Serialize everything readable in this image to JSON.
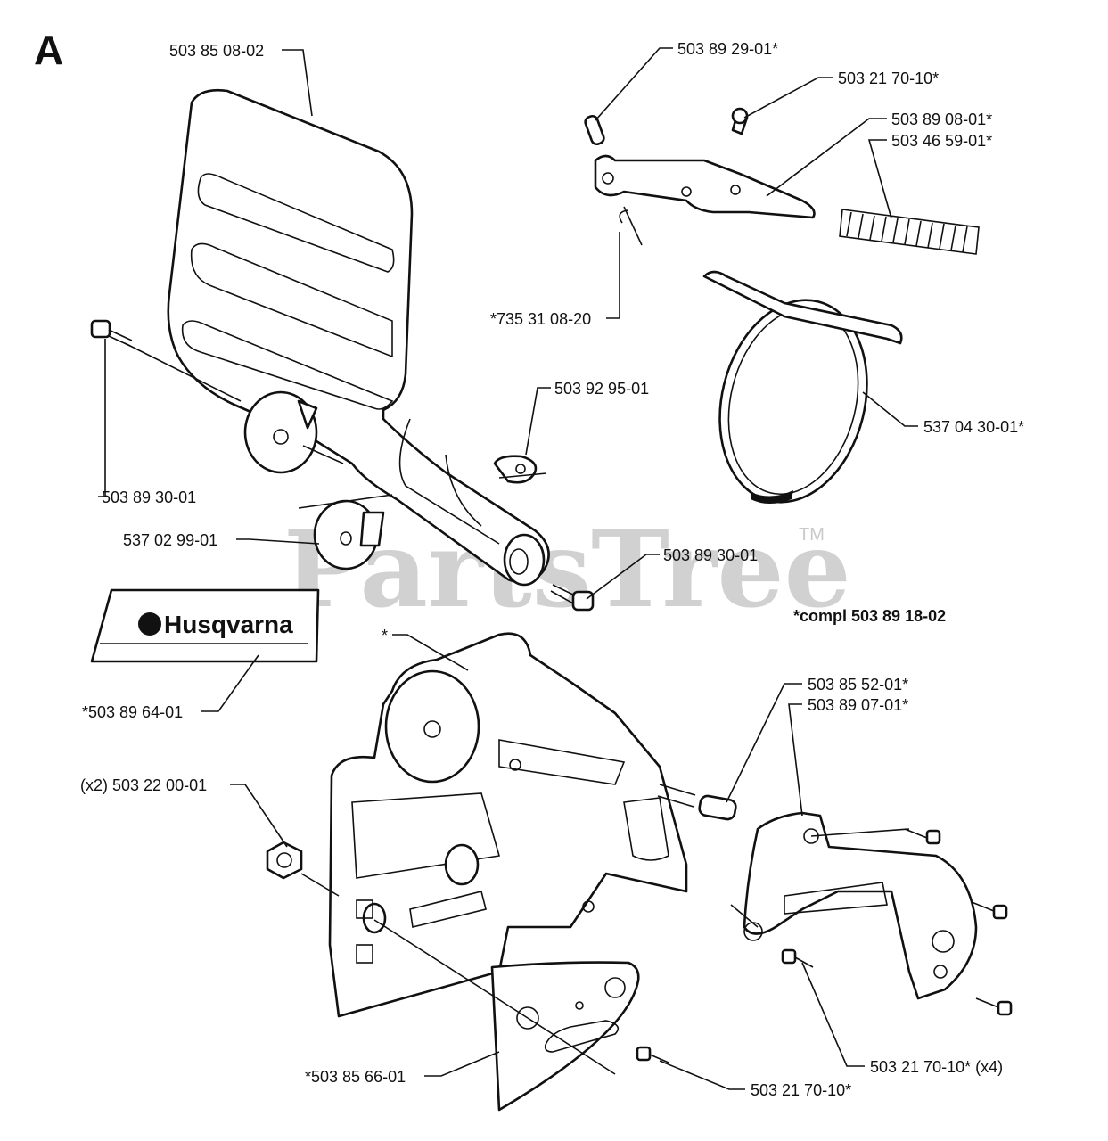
{
  "section_letter": "A",
  "watermark": {
    "text": "PartsTree",
    "tm": "TM"
  },
  "brand_decal": {
    "text": "Husqvarna"
  },
  "compl_note": "*compl 503 89 18-02",
  "parts": [
    {
      "id": "p1",
      "label": "503 85 08-02"
    },
    {
      "id": "p2",
      "label": "503 89 29-01*"
    },
    {
      "id": "p3",
      "label": "503 21 70-10*"
    },
    {
      "id": "p4",
      "label": "503 89 08-01*"
    },
    {
      "id": "p5",
      "label": "503 46 59-01*"
    },
    {
      "id": "p6",
      "label": "*735 31 08-20"
    },
    {
      "id": "p7",
      "label": "503 92 95-01"
    },
    {
      "id": "p8",
      "label": "537 04 30-01*"
    },
    {
      "id": "p9",
      "label": "503 89 30-01"
    },
    {
      "id": "p10",
      "label": "537 02 99-01"
    },
    {
      "id": "p11",
      "label": "503 89 30-01"
    },
    {
      "id": "p12",
      "label": "*503 89 64-01"
    },
    {
      "id": "p13",
      "label": "*"
    },
    {
      "id": "p14",
      "label": "503 85 52-01*"
    },
    {
      "id": "p15",
      "label": "503 89 07-01*"
    },
    {
      "id": "p16",
      "label": "(x2) 503 22 00-01"
    },
    {
      "id": "p17",
      "label": "503 21 70-10* (x4)"
    },
    {
      "id": "p18",
      "label": "*503 85 66-01"
    },
    {
      "id": "p19",
      "label": "503 21 70-10*"
    }
  ]
}
